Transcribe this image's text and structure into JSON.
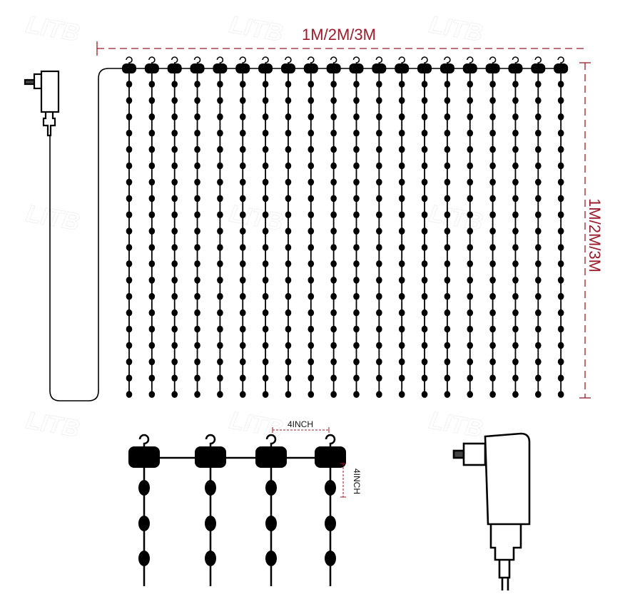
{
  "watermark": "LITB",
  "width_label": "1M/2M/3M",
  "height_label": "1M/2M/3M",
  "detail": {
    "spacing_label": "4INCH",
    "bulb_spacing_label": "4INCH"
  },
  "colors": {
    "dimension": "#9b1b2a",
    "drawing": "#000000"
  }
}
